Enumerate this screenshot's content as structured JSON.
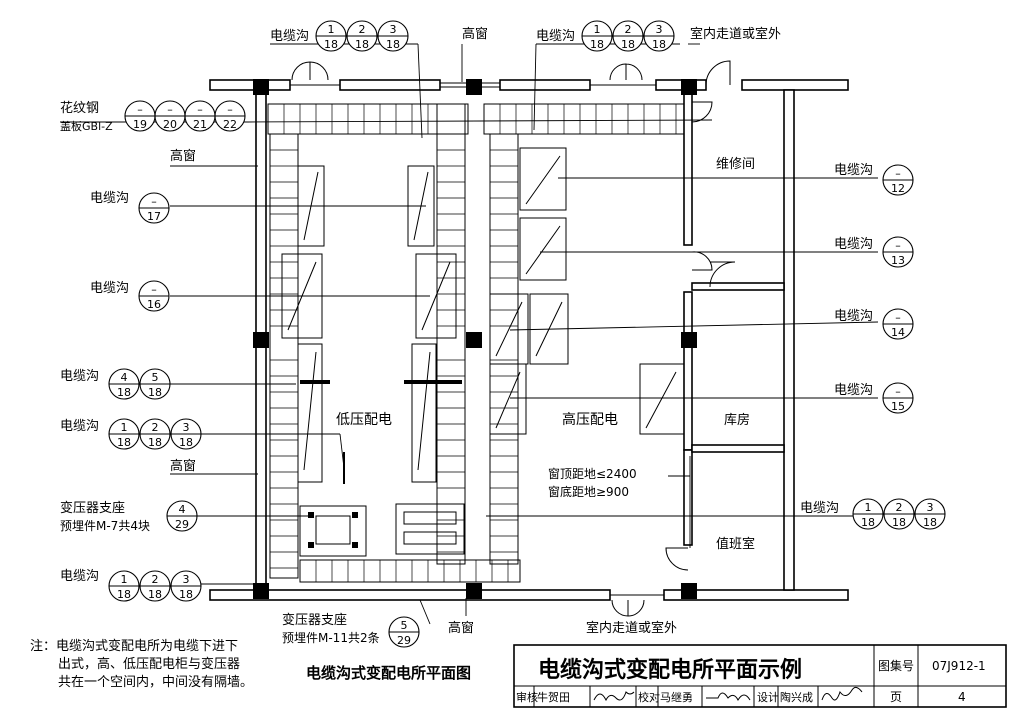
{
  "title": "电缆沟式变配电所平面示例",
  "subtitle": "电缆沟式变配电所平面图",
  "drawing_set_label": "图集号",
  "drawing_set_no": "07J912-1",
  "page_label": "页",
  "page_no": "4",
  "review": {
    "shen_he": "审核",
    "shen_he_name": "牛贺田",
    "jiao_dui": "校对",
    "jiao_dui_name": "马继勇",
    "she_ji": "设计",
    "she_ji_name": "陶兴成",
    "signatures": [
      "牛贺田",
      "马继勇",
      "陶兴成"
    ]
  },
  "note": {
    "line1": "注：电缆沟式变配电所为电缆下进下",
    "line2": "出式，高、低压配电柜与变压器",
    "line3": "共在一个空间内，中间没有隔墙。"
  },
  "rooms": {
    "repair": "维修间",
    "storage": "库房",
    "duty": "值班室",
    "low_voltage": "低压配电",
    "high_voltage": "高压配电"
  },
  "labels": {
    "cable_trench": "电缆沟",
    "high_window": "高窗",
    "corridor_outside": "室内走道或室外",
    "checker_plate_1": "花纹钢",
    "checker_plate_2": "盖板GBl-Z",
    "window_top": "窗顶距地≤2400",
    "window_bottom": "窗底距地≥900",
    "transformer_base": "变压器支座",
    "embed_m7": "预埋件M-7共4块",
    "embed_m11": "预埋件M-11共2条"
  },
  "callouts": {
    "cable_top_left": [
      [
        "1",
        "18"
      ],
      [
        "2",
        "18"
      ],
      [
        "3",
        "18"
      ]
    ],
    "cable_top_mid": [
      [
        "1",
        "18"
      ],
      [
        "2",
        "18"
      ],
      [
        "3",
        "18"
      ]
    ],
    "checker_plate": [
      [
        "–",
        "19"
      ],
      [
        "–",
        "20"
      ],
      [
        "–",
        "21"
      ],
      [
        "–",
        "22"
      ]
    ],
    "cable_17": [
      [
        "–",
        "17"
      ]
    ],
    "cable_16": [
      [
        "–",
        "16"
      ]
    ],
    "cable_left_4_5": [
      [
        "4",
        "18"
      ],
      [
        "5",
        "18"
      ]
    ],
    "cable_left_123_a": [
      [
        "1",
        "18"
      ],
      [
        "2",
        "18"
      ],
      [
        "3",
        "18"
      ]
    ],
    "transformer_base_left": [
      [
        "4",
        "29"
      ]
    ],
    "cable_left_123_b": [
      [
        "1",
        "18"
      ],
      [
        "2",
        "18"
      ],
      [
        "3",
        "18"
      ]
    ],
    "transformer_base_bottom": [
      [
        "5",
        "29"
      ]
    ],
    "cable_12": [
      [
        "–",
        "12"
      ]
    ],
    "cable_13": [
      [
        "–",
        "13"
      ]
    ],
    "cable_14": [
      [
        "–",
        "14"
      ]
    ],
    "cable_15": [
      [
        "–",
        "15"
      ]
    ],
    "cable_right_123": [
      [
        "1",
        "18"
      ],
      [
        "2",
        "18"
      ],
      [
        "3",
        "18"
      ]
    ]
  }
}
